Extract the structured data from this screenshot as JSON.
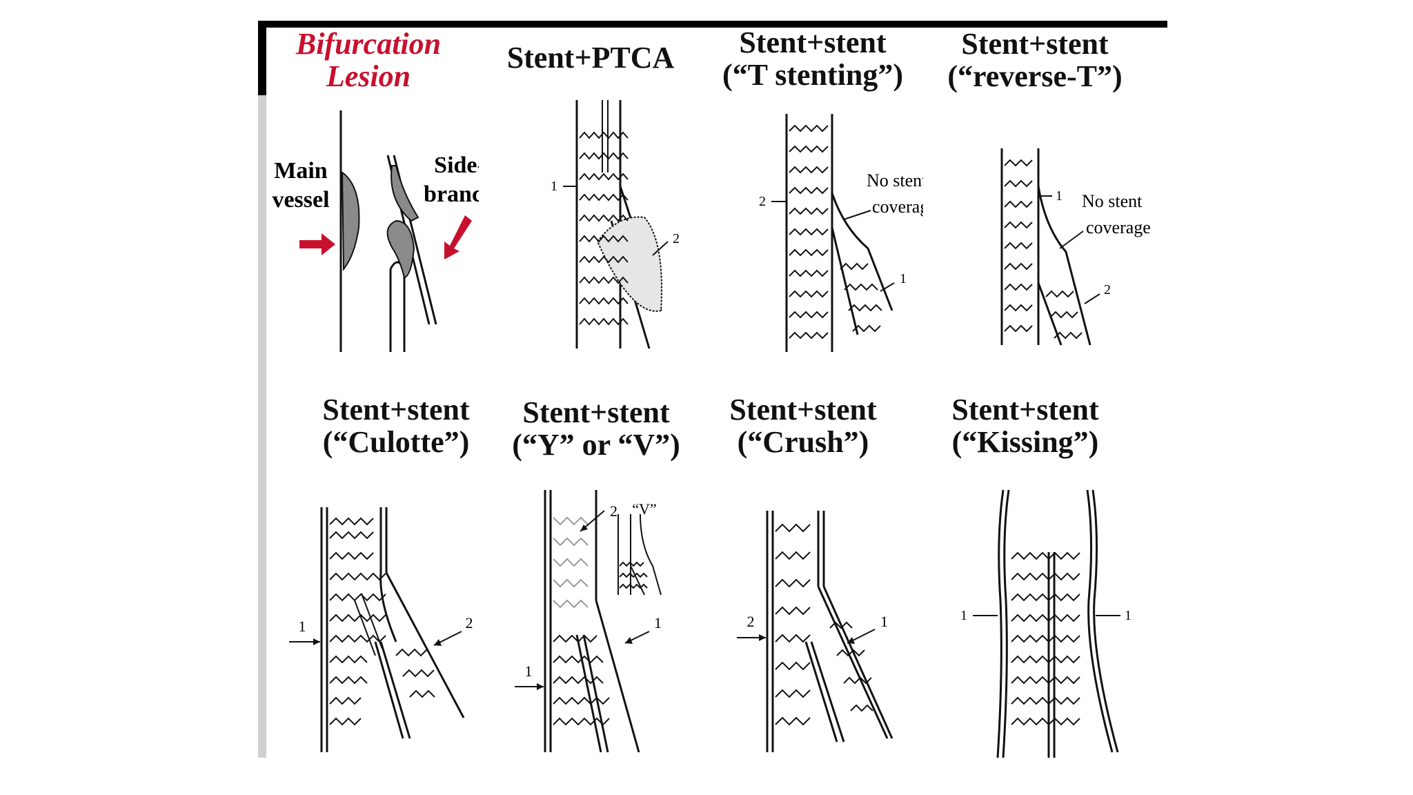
{
  "panels": [
    {
      "title1": "Bifurcation",
      "title2": "Lesion",
      "labels": {
        "main1": "Main",
        "main2": "vessel",
        "side1": "Side-",
        "side2": "branch"
      }
    },
    {
      "title1": "Stent+PTCA",
      "title2": "",
      "labels": {
        "n1": "1",
        "n2": "2"
      }
    },
    {
      "title1": "Stent+stent",
      "title2": "(“T stenting”)",
      "labels": {
        "nsc1": "No stent",
        "nsc2": "coverage",
        "n1": "1",
        "n2": "2"
      }
    },
    {
      "title1": "Stent+stent",
      "title2": "(“reverse-T”)",
      "labels": {
        "nsc1": "No stent",
        "nsc2": "coverage",
        "n1": "1",
        "n2": "2"
      }
    },
    {
      "title1": "Stent+stent",
      "title2": "(“Culotte”)",
      "labels": {
        "n1": "1",
        "n2": "2"
      }
    },
    {
      "title1": "Stent+stent",
      "title2": "(“Y” or “V”)",
      "labels": {
        "n1": "1",
        "n2": "2",
        "v": "“V”"
      }
    },
    {
      "title1": "Stent+stent",
      "title2": "(“Crush”)",
      "labels": {
        "n1": "1",
        "n2": "2"
      }
    },
    {
      "title1": "Stent+stent",
      "title2": "(“Kissing”)",
      "labels": {
        "n1a": "1",
        "n1b": "1"
      }
    }
  ],
  "colors": {
    "ink": "#111111",
    "accent": "#c8102e",
    "plaque": "#8a8a8a"
  }
}
